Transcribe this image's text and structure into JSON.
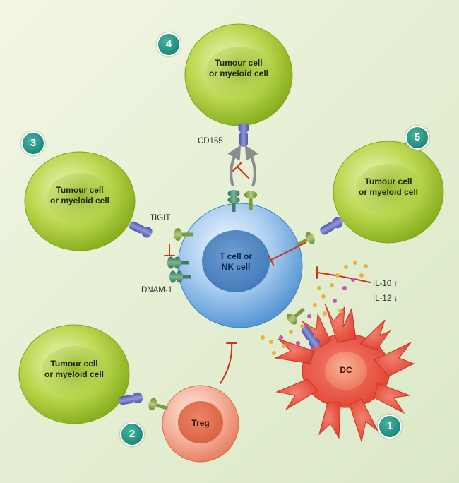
{
  "tumour_cell_label": "Tumour cell\nor myeloid cell",
  "central_cell_label": "T cell or\nNK cell",
  "treg_label": "Treg",
  "dc_label": "DC",
  "receptors": {
    "cd155": "CD155",
    "tigit": "TIGIT",
    "dnam1": "DNAM-1"
  },
  "cytokines": {
    "il10": "IL-10 ↑",
    "il12": "IL-12 ↓"
  },
  "badges": [
    "1",
    "2",
    "3",
    "4",
    "5"
  ],
  "colors": {
    "tumour": "#a6cc2c",
    "tcell": "#5b9ed6",
    "treg": "#ec8a6c",
    "dc": "#e8473a",
    "cd155": "#6d77c6",
    "tigit_receptor": "#8aa64c",
    "dnam1_receptor": "#4e8a70",
    "inhibition": "#d03020",
    "badge": "#1e8a7a"
  }
}
